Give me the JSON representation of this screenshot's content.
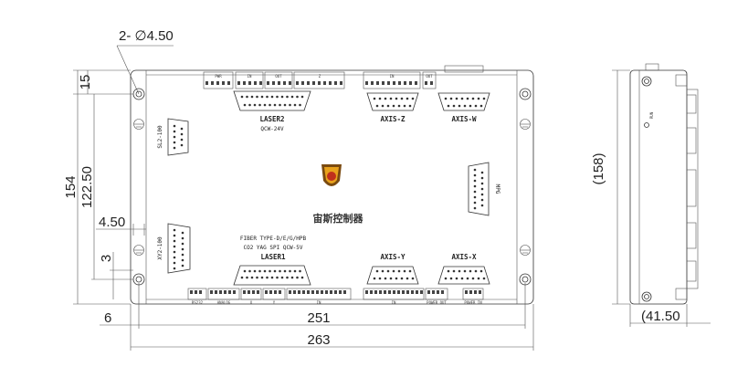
{
  "dimensions": {
    "hole_callout": "2- ∅4.50",
    "d15": "15",
    "d154": "154",
    "d122_50": "122.50",
    "d4_50": "4.50",
    "d3": "3",
    "d6": "6",
    "d251": "251",
    "d263": "263",
    "d158": "(158)",
    "d41_50": "(41.50"
  },
  "board": {
    "laser2": "LASER2",
    "laser2_sub": "QCW-24V",
    "axis_z": "AXIS-Z",
    "axis_w": "AXIS-W",
    "axis_y": "AXIS-Y",
    "axis_x": "AXIS-X",
    "sl2": "SL2-100",
    "xy2": "XY2-100",
    "mpg": "MPG",
    "fiber_line": "FIBER TYPE-D/E/G/HPB",
    "co2_line": "CO2 YAG SPI QCW-5V",
    "laser1": "LASER1",
    "brand_cn": "宙斯控制器",
    "bottom_labels": [
      "RS232",
      "ANALOG",
      "X",
      "Y",
      "IN",
      "IN",
      "POWER OUT",
      "POWER IN"
    ],
    "top_labels": [
      "PWR",
      "IN",
      "OUT",
      "Z",
      "IN",
      "OUT"
    ],
    "side_label": "RUN"
  },
  "colors": {
    "line": "#333333",
    "logo_outer": "#7a4a10",
    "logo_gold": "#e8a21c",
    "logo_red": "#c0301c"
  }
}
